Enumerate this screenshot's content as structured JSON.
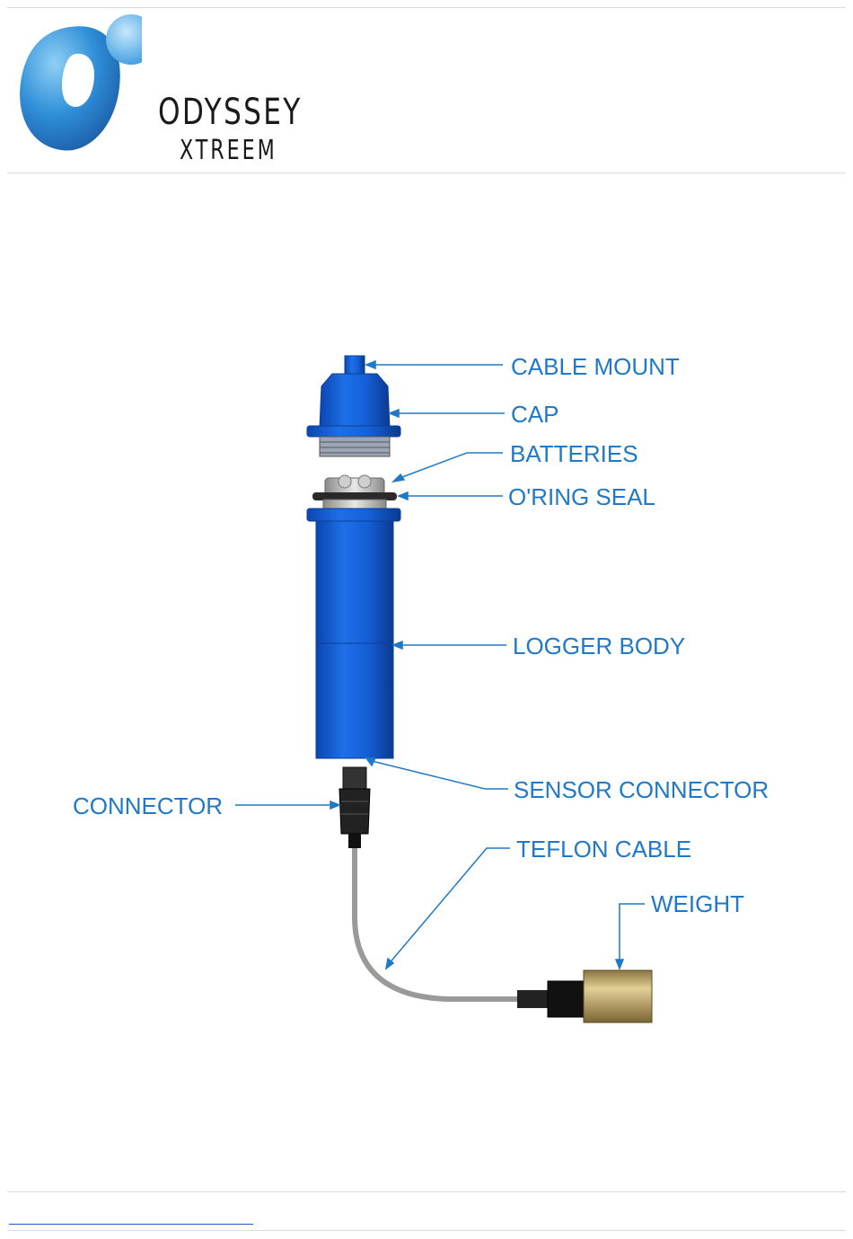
{
  "brand": {
    "name_line1": "ODYSSEY",
    "name_line2": "XTREEM",
    "colors": {
      "logo_blue": "#2f8fd8",
      "logo_light": "#7cc4f0"
    }
  },
  "diagram": {
    "labels": {
      "cable_mount": "CABLE MOUNT",
      "cap": "CAP",
      "batteries": "BATTERIES",
      "oring_seal": "O'RING SEAL",
      "logger_body": "LOGGER BODY",
      "sensor_connector": "SENSOR CONNECTOR",
      "connector": "CONNECTOR",
      "teflon_cable": "TEFLON CABLE",
      "weight": "WEIGHT"
    },
    "colors": {
      "label": "#1f78c8",
      "body_blue": "#1560d8",
      "body_dark": "#0b3f9a",
      "brass": "#b9a064",
      "cable_grey": "#9a9a9a",
      "connector_black": "#222222"
    }
  }
}
